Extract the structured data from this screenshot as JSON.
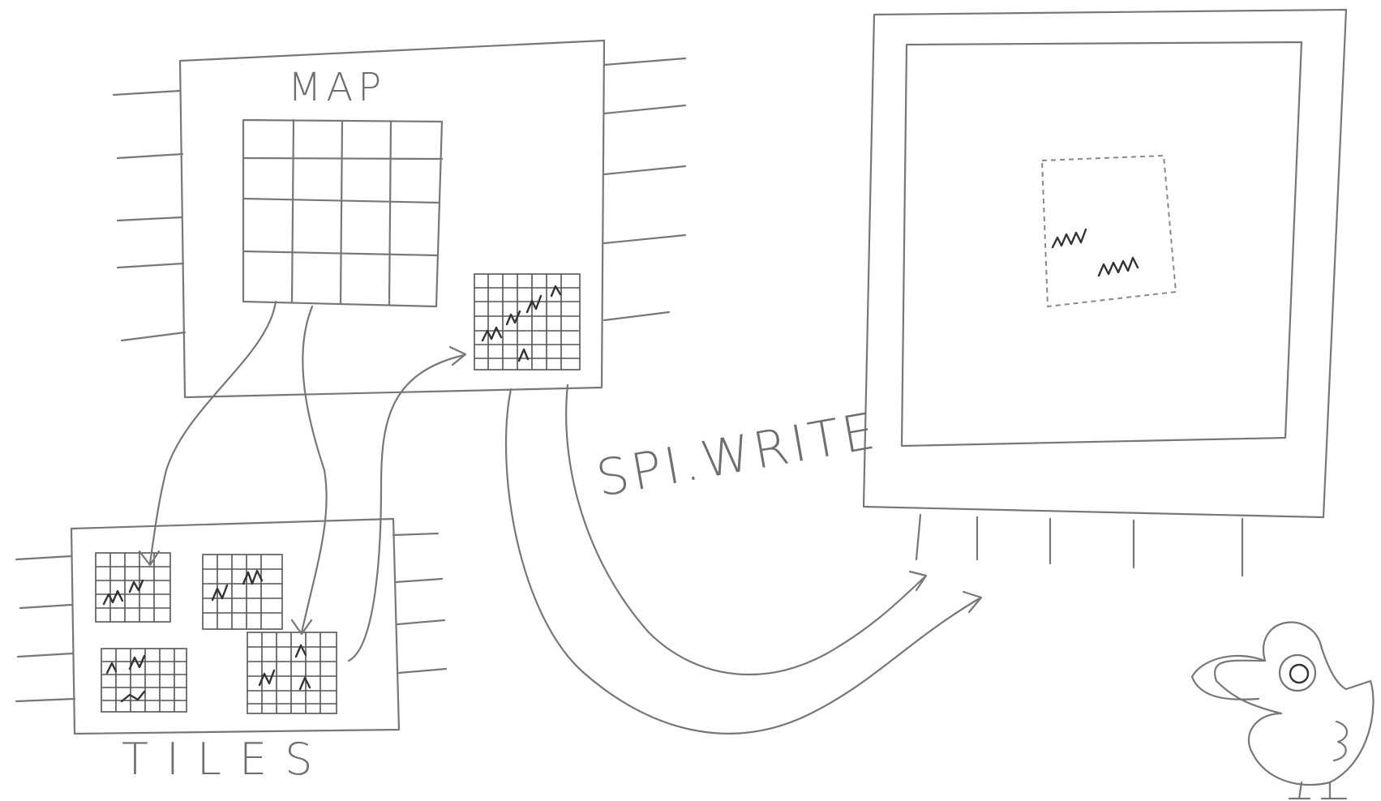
{
  "labels": {
    "map": "MAP",
    "tiles": "TILES",
    "spi_write": "SPI.WRITE"
  }
}
